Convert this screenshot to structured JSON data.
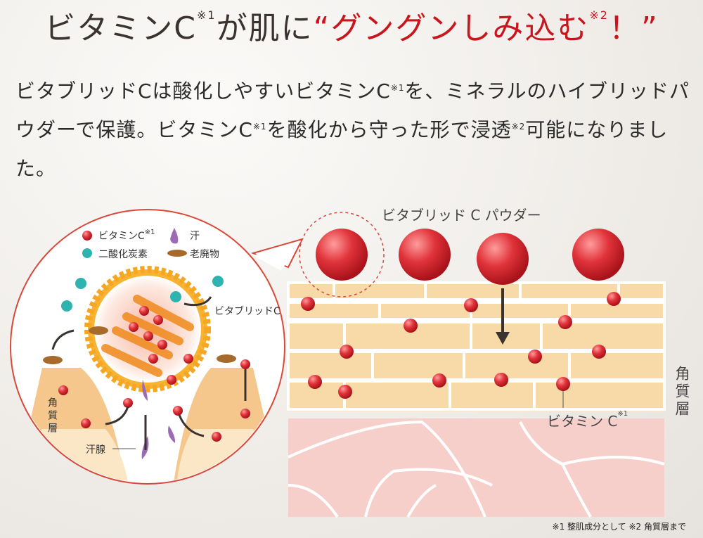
{
  "title": {
    "part1": "ビタミンC",
    "sup1": "※1",
    "part2": "が肌に",
    "highlight": "“グングンしみ込む",
    "sup2": "※2",
    "end": "！”"
  },
  "body": {
    "s1": "ビタブリッドCは酸化しやすいビタミンC",
    "sup1": "※1",
    "s2": "を、ミネラルのハイブリッドパウダーで保護。ビタミンC",
    "sup2": "※1",
    "s3": "を酸化から守った形で浸透",
    "sup3": "※2",
    "s4": "可能になりました。"
  },
  "legend": {
    "vitamin": "ビタミンC",
    "vitamin_sup": "※1",
    "sweat": "汗",
    "co2": "二酸化炭素",
    "waste": "老廃物"
  },
  "zoom_labels": {
    "vitabrid": "ビタブリッドC",
    "stratum": "角質層",
    "sweat_gland": "汗腺"
  },
  "skin_labels": {
    "powder": "ビタブリッド C パウダー",
    "vitamin": "ビタミン C",
    "vitamin_sup": "※1",
    "stratum": "角質層"
  },
  "footnote": "※1 整肌成分として ※2 角質層まで",
  "colors": {
    "red": "#c9161d",
    "brick": "#f8d9a8",
    "pink": "#f6c9c4",
    "circle_border": "#d9493a"
  }
}
